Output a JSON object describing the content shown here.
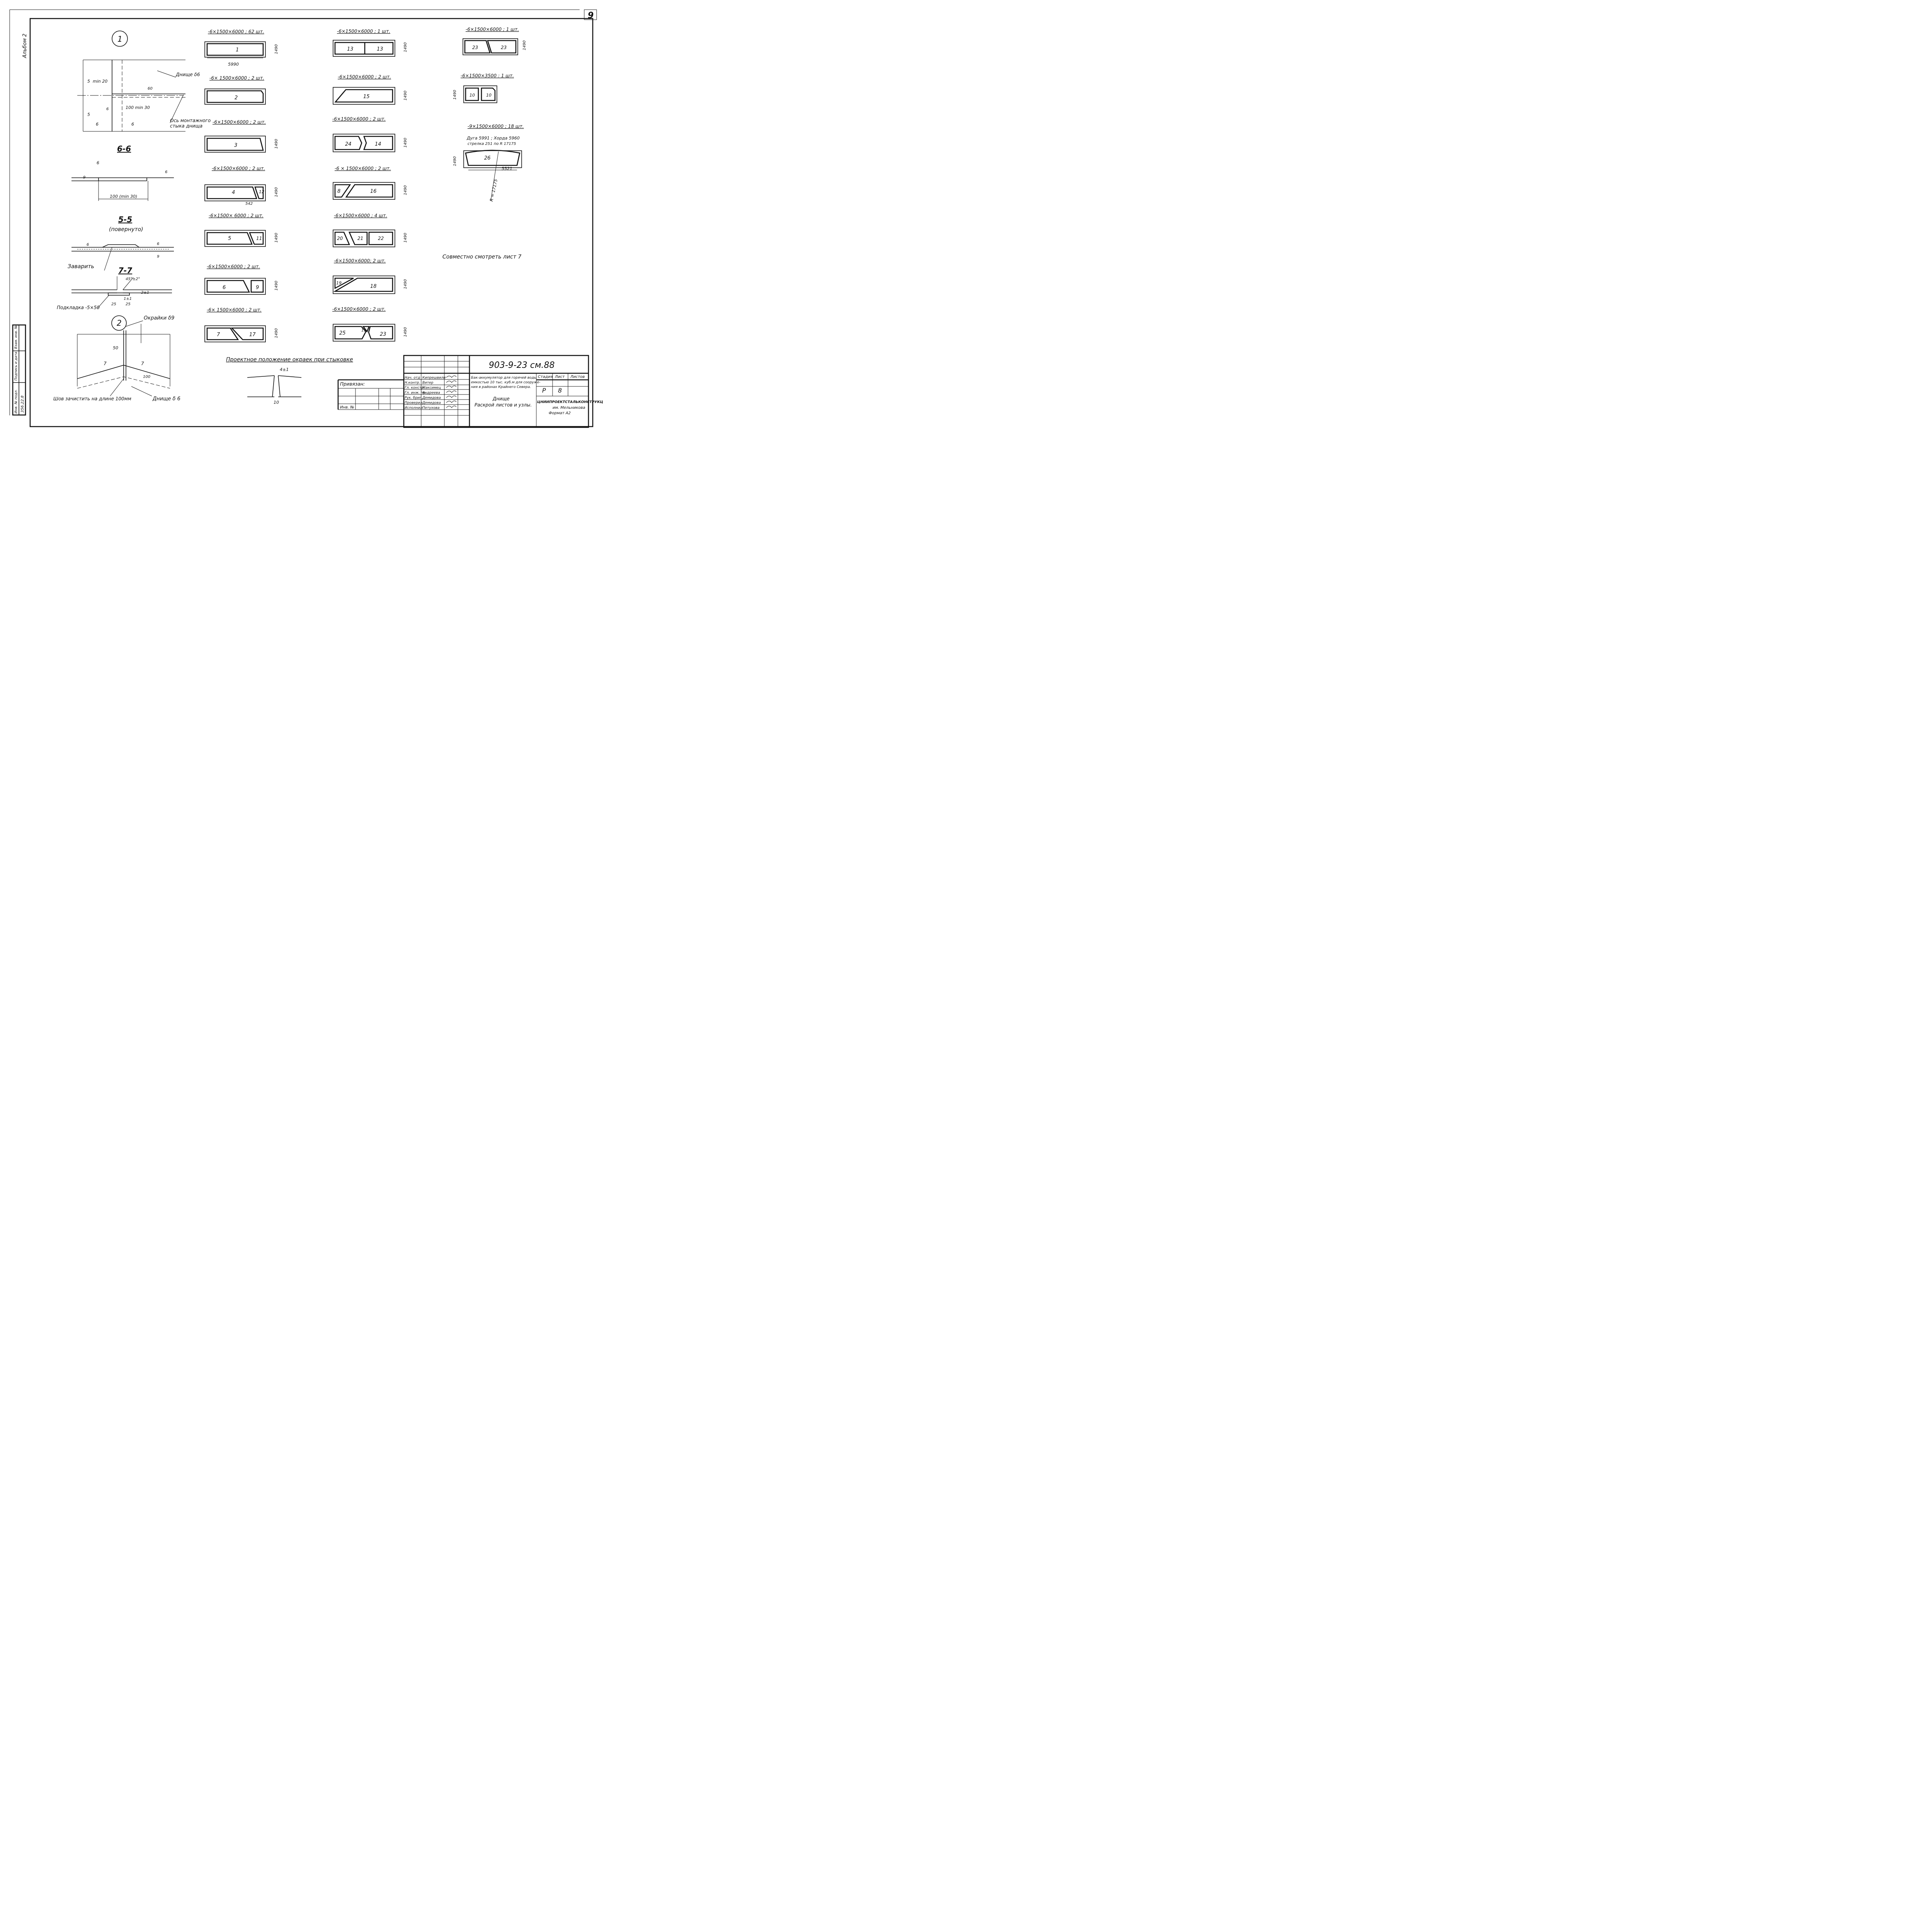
{
  "sheet": {
    "number": "9",
    "album": "Альбом 2",
    "note": "Совместно смотреть лист 7"
  },
  "details": {
    "node1": {
      "id": "1",
      "callout": "Днище δ6",
      "axis_label_1": "Ось монтажного",
      "axis_label_2": "стыка днища",
      "dims": [
        "5",
        "min 20",
        "60",
        "100 min 30",
        "5",
        "6",
        "6",
        "6"
      ]
    },
    "sec66": {
      "title": "6-6",
      "dims": [
        "6",
        "9",
        "6",
        "100 (min 30)"
      ]
    },
    "sec55": {
      "title": "5-5",
      "subtitle": "(повернуто)",
      "weld": "Заварить",
      "dims": [
        "6",
        "6",
        "9"
      ]
    },
    "sec77": {
      "title": "7-7",
      "angle": "45°±2°",
      "pad": "Подкладка -5×50",
      "dims": [
        "2±1",
        "1±1",
        "25",
        "25"
      ]
    },
    "node2": {
      "id": "2",
      "callout": "Окрайки δ9",
      "note": "Шов зачистить на длине 100мм",
      "bottom": "Днище δ 6",
      "dims": [
        "50",
        "7",
        "7",
        "100"
      ]
    },
    "project_pos": {
      "title": "Проектное положение окраек при стыковке",
      "gap": "4±1",
      "width": "10"
    }
  },
  "plates": {
    "p1": {
      "header": "-6×1500×6000 ; 62 шт.",
      "labels": [
        "1"
      ],
      "height": "1490",
      "length": "5990"
    },
    "p2": {
      "header": "-6× 1500×6000 ; 2 шт.",
      "labels": [
        "2"
      ]
    },
    "p3": {
      "header": "-6×1500×6000 ; 2 шт.",
      "labels": [
        "3"
      ],
      "height": "1490"
    },
    "p4": {
      "header": "-6×1500×6000 ; 2 шт.",
      "labels": [
        "4",
        "12"
      ],
      "height": "1490",
      "offset": "542"
    },
    "p5": {
      "header": "-6×1500× 6000 ; 2 шт.",
      "labels": [
        "5",
        "11"
      ],
      "height": "1490"
    },
    "p6": {
      "header": "-6×1500×6000 ; 2 шт.",
      "labels": [
        "6",
        "9"
      ],
      "height": "1490"
    },
    "p7": {
      "header": "-6× 1500×6000 ; 2 шт.",
      "labels": [
        "7",
        "17"
      ],
      "height": "1490"
    },
    "p13": {
      "header": "-6×1500×6000 ; 1 шт.",
      "labels": [
        "13",
        "13"
      ],
      "height": "1490"
    },
    "p15": {
      "header": "-6×1500×6000 ; 2 шт.",
      "labels": [
        "15"
      ],
      "height": "1490"
    },
    "p24": {
      "header": "-6×1500×6000 ; 2 шт.",
      "labels": [
        "24",
        "14"
      ],
      "height": "1490"
    },
    "p8": {
      "header": "-6 × 1500×6000 ; 2 шт.",
      "labels": [
        "8",
        "16"
      ],
      "height": "1490"
    },
    "p20": {
      "header": "-6×1500×6000 ; 4 шт.",
      "labels": [
        "20",
        "21",
        "22"
      ],
      "height": "1490"
    },
    "p19": {
      "header": "-6×1500×6000; 2 шт.",
      "labels": [
        "19",
        "18"
      ],
      "height": "1490"
    },
    "p25": {
      "header": "-6×1500×6000 ; 2 шт.",
      "labels": [
        "25",
        "19",
        "23"
      ],
      "height": "1490"
    },
    "p23": {
      "header": "-6×1500×6000 ; 1 шт.",
      "labels": [
        "23",
        "23"
      ],
      "height": "1490"
    },
    "p10": {
      "header": "-6×1500×3500 : 1 шт.",
      "labels": [
        "10",
        "10"
      ],
      "height": "1490"
    },
    "p26": {
      "header": "-9×1500×6000 ; 18 шт.",
      "labels": [
        "26"
      ],
      "height": "1490",
      "length": "5521",
      "arc_1": "Дуга 5991 ; Хорда 5960",
      "arc_2": "стрелка 251 по R 17175",
      "radius": "R = 17175"
    }
  },
  "side_stamp": {
    "rows": [
      "Инв. № подл.",
      "Подпись и дата",
      "Взам. инв. №"
    ],
    "value": "356.22.8"
  },
  "title_block": {
    "code": "903-9-23 см.88",
    "bound": "Привязан:",
    "inv": "Инв. №",
    "roles": [
      "Нач. отд",
      "Н.контр.",
      "Гл. констр.",
      "Гл. инж. пр.",
      "Рук. бриг.",
      "Проверил",
      "Исполнил"
    ],
    "names": [
      "Кипрешвили",
      "Витер",
      "Максимец",
      "Андреева",
      "Демидова",
      "Демидова",
      "Петухова"
    ],
    "description": [
      "Бак-аккумулятор для горячей воды",
      "емкостью 10 тыс. куб.м для сооруже-",
      "ния в районах Крайнего Севера."
    ],
    "stage_h": "Стадия",
    "sheet_h": "Лист",
    "sheets_h": "Листов",
    "stage": "Р",
    "sheet": "8",
    "drawing_1": "Днище",
    "drawing_2": "Раскрой листов и узлы.",
    "org_1": "ЦНИИПРОЕКТСТАЛЬКОНСТРУКЦИЯ",
    "org_2": "им. Мельникова",
    "format": "Формат А2"
  }
}
